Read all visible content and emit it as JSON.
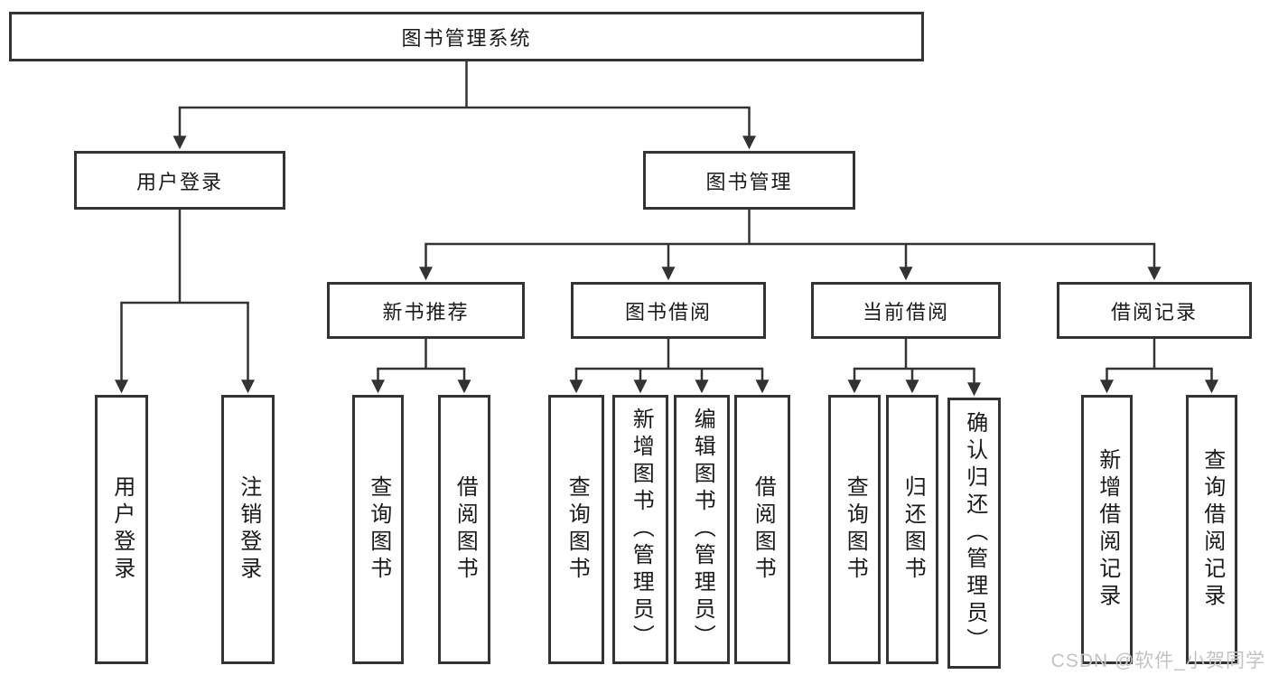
{
  "tree": {
    "root": {
      "label": "图书管理系统",
      "children": [
        {
          "label": "用户登录",
          "children": [
            {
              "label": "用户登录"
            },
            {
              "label": "注销登录"
            }
          ]
        },
        {
          "label": "图书管理",
          "children": [
            {
              "label": "新书推荐",
              "children": [
                {
                  "label": "查询图书"
                },
                {
                  "label": "借阅图书"
                }
              ]
            },
            {
              "label": "图书借阅",
              "children": [
                {
                  "label": "查询图书"
                },
                {
                  "label": "新增图书（管理员）"
                },
                {
                  "label": "编辑图书（管理员）"
                },
                {
                  "label": "借阅图书"
                }
              ]
            },
            {
              "label": "当前借阅",
              "children": [
                {
                  "label": "查询图书"
                },
                {
                  "label": "归还图书"
                },
                {
                  "label": "确认归还（管理员）"
                }
              ]
            },
            {
              "label": "借阅记录",
              "children": [
                {
                  "label": "新增借阅记录"
                },
                {
                  "label": "查询借阅记录"
                }
              ]
            }
          ]
        }
      ]
    }
  },
  "watermark": {
    "text": "CSDN @软件_小贺同学"
  },
  "colors": {
    "line": "#333333",
    "box_border": "#333333",
    "text": "#1a1a1a",
    "watermark": "#c3c3c3",
    "background": "#ffffff"
  }
}
